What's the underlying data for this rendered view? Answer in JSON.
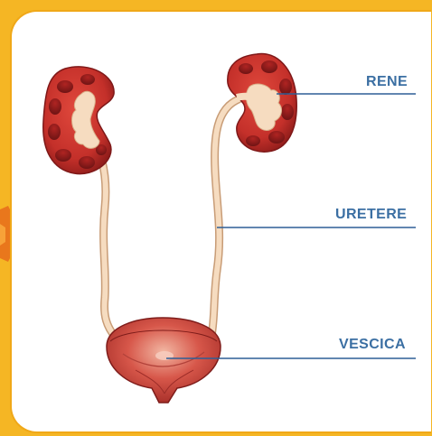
{
  "labels": {
    "kidney": "RENE",
    "ureter": "URETERE",
    "bladder": "VESCICA"
  },
  "colors": {
    "frame": "#f5b624",
    "card": "#ffffff",
    "label_text": "#3b6fa3",
    "leader_line": "#2f5f96",
    "kidney_red": "#c8332c",
    "pelvis_cream": "#f6dcc0",
    "bladder_red": "#c5362e"
  }
}
